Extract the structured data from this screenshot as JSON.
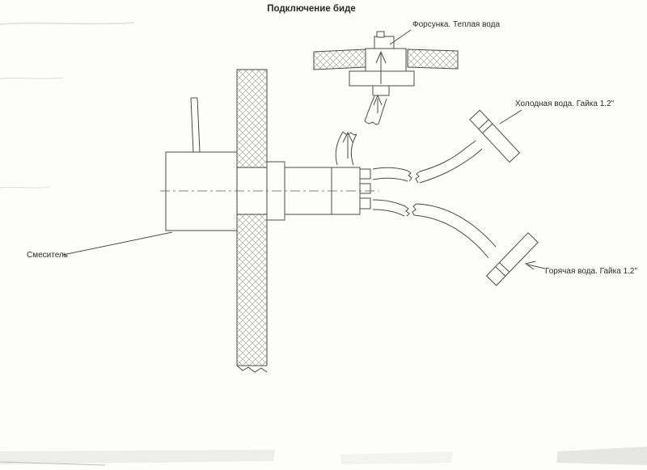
{
  "title": "Подключение биде",
  "labels": {
    "nozzle": "Форсунка. Теплая вода",
    "cold": "Холодная вода. Гайка 1.2\"",
    "hot": "Горячая вода. Гайка 1.2\"",
    "mixer": "Смеситель"
  },
  "colors": {
    "ink": "#4a4a4a",
    "paper": "#fdfdfb",
    "hatch": "#909090",
    "scan_smudge": "#e4e4e1"
  }
}
